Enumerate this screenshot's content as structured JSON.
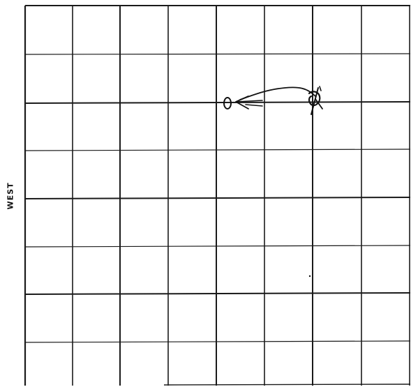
{
  "side_label": "WEST",
  "colors": {
    "grid_line": "#1a1a1a",
    "pen_stroke": "#111111",
    "background": "#ffffff"
  },
  "grid": {
    "columns": 8,
    "rows": 8
  },
  "sketch": {
    "description_icon_names": [
      "start-x-mark-icon",
      "curved-arrow-icon",
      "end-loop-marker-icon"
    ]
  }
}
